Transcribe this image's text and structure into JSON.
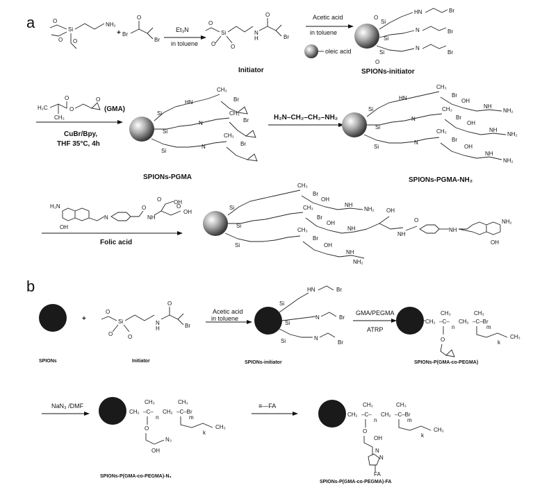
{
  "panel_a": {
    "letter": "a",
    "step1_reagent": "Et₃N",
    "step1_solvent": "in toluene",
    "step2_reagent": "Acetic acid",
    "step2_solvent": "in toluene",
    "oleic_acid_label": "oleic acid",
    "initiator_label": "Initiator",
    "spions_initiator_label": "SPIONs-initiator",
    "gma_label": "(GMA)",
    "step3_catalyst": "CuBr/Bpy,",
    "step3_conditions": "THF 35°C, 4h",
    "spions_pgma_label": "SPIONs-PGMA",
    "step4_reagent": "H₂N–CH₂–CH₂–NH₂",
    "spions_pgma_nh2_label": "SPIONs-PGMA-NH₂",
    "folic_acid_label": "Folic acid"
  },
  "panel_b": {
    "letter": "b",
    "spions_label": "SPIONs",
    "initiator_label": "Initiator",
    "step1_reagent": "Acetic acid",
    "step1_solvent": "in toluene",
    "spions_initiator_label": "SPIONs-initiator",
    "step2_reagent": "GMA/PEGMA",
    "step2_method": "ATRP",
    "copolymer_label": "SPIONs-P(GMA-co-PEGMA)",
    "step3_reagent": "NaN₃ /DMF",
    "azide_label": "SPIONs-P(GMA-co-PEGMA)-N₃",
    "step4_reagent": "≡—FA",
    "fa_label": "SPIONs-P(GMA-co-PEGMA)-FA"
  },
  "colors": {
    "ink": "#111111",
    "core_dark": "#1a1a1a",
    "core_gray": "#8a8a8a"
  }
}
